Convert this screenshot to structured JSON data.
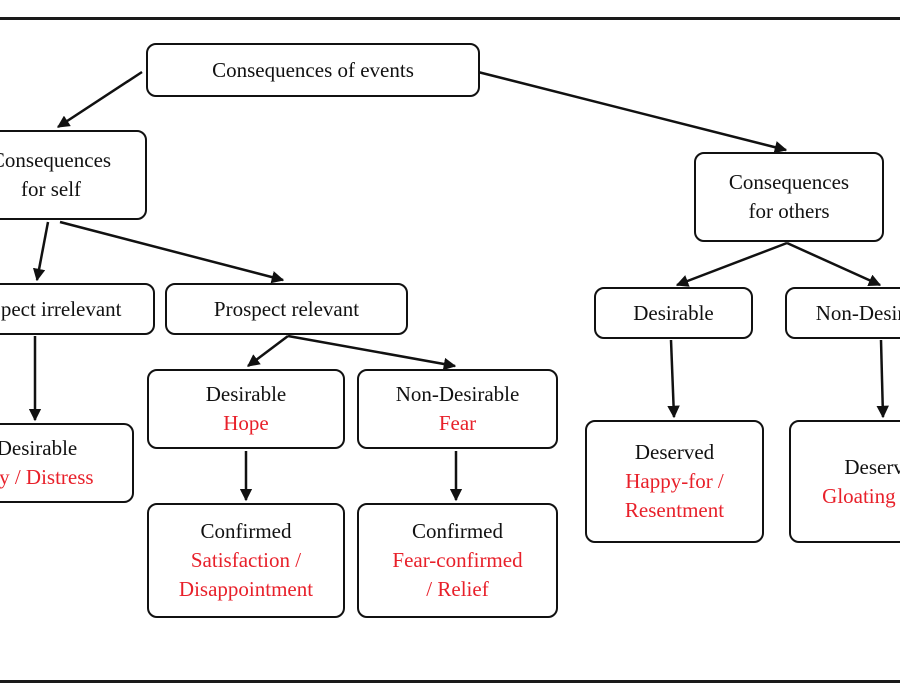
{
  "colors": {
    "line": "#111111",
    "emotion_text": "#e8202a",
    "box_border": "#111111",
    "background": "#ffffff"
  },
  "nodes": {
    "root": {
      "lines": [
        "Consequences of events"
      ]
    },
    "self": {
      "lines": [
        "Consequences",
        "for self"
      ]
    },
    "others": {
      "lines": [
        "Consequences",
        "for others"
      ]
    },
    "prospect_irrelevant": {
      "lines": [
        "Prospect irrelevant"
      ]
    },
    "prospect_relevant": {
      "lines": [
        "Prospect relevant"
      ]
    },
    "pi_desirable": {
      "lines": [
        "Desirable"
      ],
      "emotion": [
        "Joy / Distress"
      ]
    },
    "pr_desirable": {
      "lines": [
        "Desirable"
      ],
      "emotion": [
        "Hope"
      ]
    },
    "pr_nondesirable": {
      "lines": [
        "Non-Desirable"
      ],
      "emotion": [
        "Fear"
      ]
    },
    "hope_confirmed": {
      "lines": [
        "Confirmed"
      ],
      "emotion": [
        "Satisfaction /",
        "Disappointment"
      ]
    },
    "fear_confirmed": {
      "lines": [
        "Confirmed"
      ],
      "emotion": [
        "Fear-confirmed",
        "/ Relief"
      ]
    },
    "others_desirable": {
      "lines": [
        "Desirable"
      ]
    },
    "others_nondesirable": {
      "lines": [
        "Non-Desirable"
      ]
    },
    "deserved_desirable": {
      "lines": [
        "Deserved"
      ],
      "emotion": [
        "Happy-for /",
        "Resentment"
      ]
    },
    "deserved_nondesirable": {
      "lines": [
        "Deserved"
      ],
      "emotion": [
        "Gloating / Pity"
      ]
    }
  }
}
